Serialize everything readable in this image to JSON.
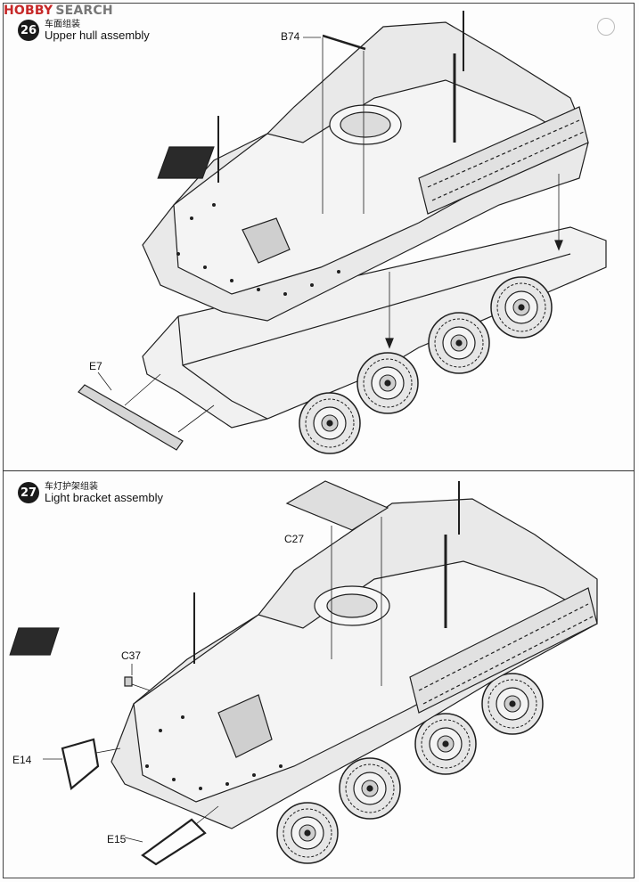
{
  "watermark": {
    "logo": "HOBBY",
    "text": "SEARCH"
  },
  "steps": [
    {
      "number": "26",
      "title_cn": "车面组装",
      "title_en": "Upper hull assembly",
      "parts": [
        "B74",
        "E7"
      ]
    },
    {
      "number": "27",
      "title_cn": "车灯护架组装",
      "title_en": "Light bracket assembly",
      "parts": [
        "C27",
        "C37",
        "E14",
        "E15"
      ]
    }
  ],
  "colors": {
    "line": "#1f1f1f",
    "fill": "#ececec",
    "shade": "#d9d9d9",
    "dark": "#2a2a2a"
  }
}
